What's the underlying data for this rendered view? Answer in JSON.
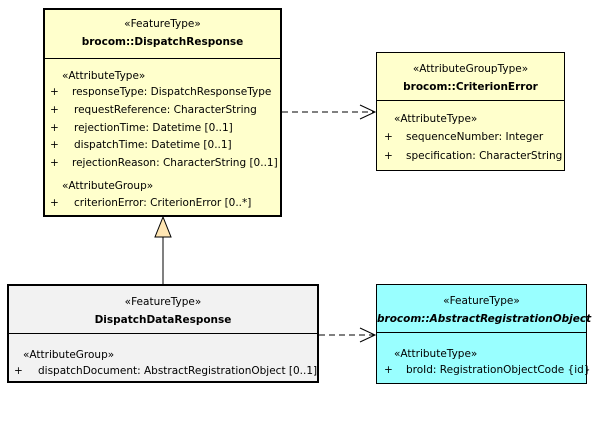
{
  "dispatch_response": {
    "stereotype": "«FeatureType»",
    "name": "brocom::DispatchResponse",
    "attr_section": "«AttributeType»",
    "attributes": [
      {
        "vis": "+",
        "text": "responseType: DispatchResponseType"
      },
      {
        "vis": "+",
        "text": "requestReference: CharacterString"
      },
      {
        "vis": "+",
        "text": "rejectionTime: Datetime [0..1]"
      },
      {
        "vis": "+",
        "text": "dispatchTime: Datetime [0..1]"
      },
      {
        "vis": "+",
        "text": "rejectionReason: CharacterString [0..1]"
      }
    ],
    "group_section": "«AttributeGroup»",
    "groups": [
      {
        "vis": "+",
        "text": "criterionError: CriterionError [0..*]"
      }
    ],
    "fill": "#ffffcc"
  },
  "criterion_error": {
    "stereotype": "«AttributeGroupType»",
    "name": "brocom::CriterionError",
    "attr_section": "«AttributeType»",
    "attributes": [
      {
        "vis": "+",
        "text": "sequenceNumber: Integer"
      },
      {
        "vis": "+",
        "text": "specification: CharacterString"
      }
    ],
    "fill": "#ffffcc"
  },
  "dispatch_data_response": {
    "stereotype": "«FeatureType»",
    "name": "DispatchDataResponse",
    "group_section": "«AttributeGroup»",
    "groups": [
      {
        "vis": "+",
        "text": "dispatchDocument: AbstractRegistrationObject [0..1]"
      }
    ],
    "fill": "#f2f2f2"
  },
  "abstract_registration_object": {
    "stereotype": "«FeatureType»",
    "name": "brocom::AbstractRegistrationObject",
    "attr_section": "«AttributeType»",
    "attributes": [
      {
        "vis": "+",
        "text": "broId: RegistrationObjectCode {id}"
      }
    ],
    "fill": "#99ffff"
  },
  "colors": {
    "line": "#000000",
    "generalization_fill": "#ffe6b3"
  }
}
